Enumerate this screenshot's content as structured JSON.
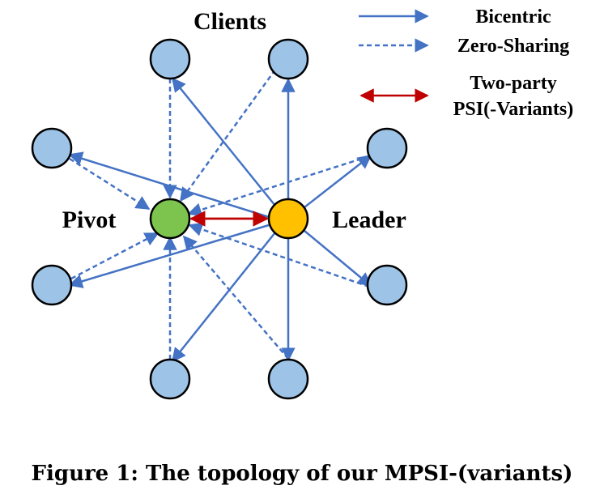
{
  "labels": {
    "clients": "Clients",
    "pivot": "Pivot",
    "leader": "Leader"
  },
  "legend": {
    "bicentric": "Bicentric",
    "zero_sharing": "Zero-Sharing",
    "two_party_line1": "Two-party",
    "two_party_line2": "PSI(-Variants)"
  },
  "caption": "Figure 1: The topology of our MPSI-(variants)",
  "colors": {
    "client_fill": "#9DC3E6",
    "pivot_fill": "#7DC44E",
    "leader_fill": "#FFC000",
    "bicentric_edge": "#4472C4",
    "zero_sharing_edge": "#4472C4",
    "psi_edge": "#C00000",
    "node_stroke": "#000000"
  }
}
